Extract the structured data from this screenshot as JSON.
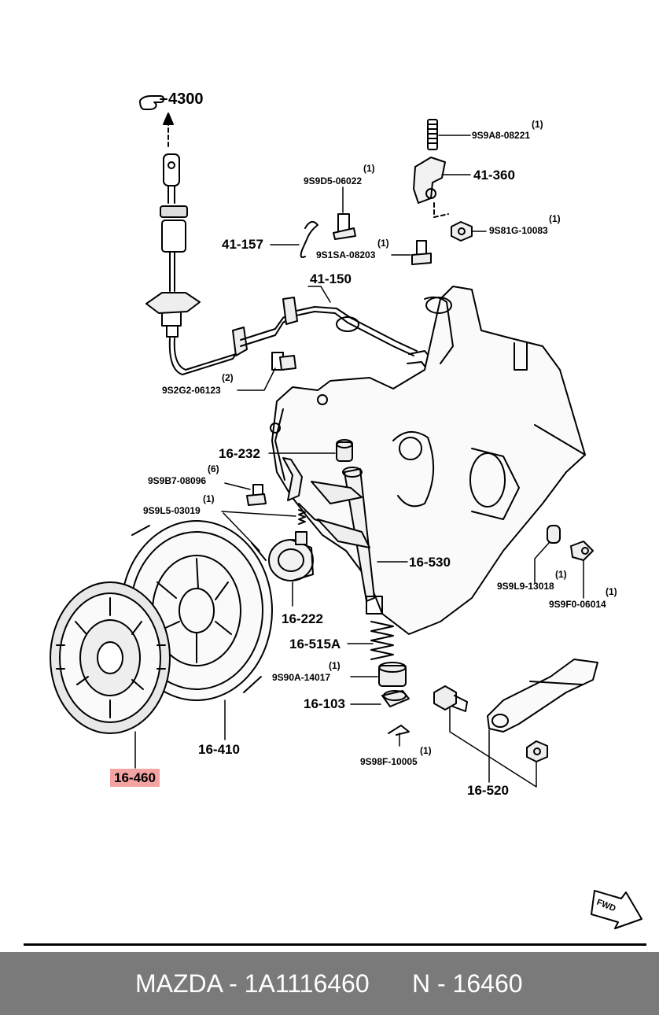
{
  "labels": {
    "ref_4300": "4300",
    "p_9s9a8_qty": "(1)",
    "p_9s9a8": "9S9A8-08221",
    "p_41360": "41-360",
    "p_9s9d5_qty": "(1)",
    "p_9s9d5": "9S9D5-06022",
    "p_9s81g_qty": "(1)",
    "p_9s81g": "9S81G-10083",
    "p_41157": "41-157",
    "p_9s1sa_qty": "(1)",
    "p_9s1sa": "9S1SA-08203",
    "p_41150": "41-150",
    "p_9s2g2_qty": "(2)",
    "p_9s2g2": "9S2G2-06123",
    "p_16232": "16-232",
    "p_9s9b7_qty": "(6)",
    "p_9s9b7": "9S9B7-08096",
    "p_9s9l5_qty": "(1)",
    "p_9s9l5": "9S9L5-03019",
    "p_16530": "16-530",
    "p_9s9l9_qty": "(1)",
    "p_9s9l9": "9S9L9-13018",
    "p_9s9f0_qty": "(1)",
    "p_9s9f0": "9S9F0-06014",
    "p_16222": "16-222",
    "p_16515a": "16-515A",
    "p_9s90a_qty": "(1)",
    "p_9s90a": "9S90A-14017",
    "p_16103": "16-103",
    "p_16410": "16-410",
    "p_9s98f_qty": "(1)",
    "p_9s98f": "9S98F-10005",
    "p_16460": "16-460",
    "p_16520": "16-520",
    "fwd": "FWD"
  },
  "colors": {
    "highlight": "#f4a3a3",
    "footer_bg": "#7a7a7a",
    "footer_text": "#ffffff"
  },
  "footer": {
    "brand_part": "MAZDA - 1A1116460",
    "ref_number": "N - 16460"
  }
}
